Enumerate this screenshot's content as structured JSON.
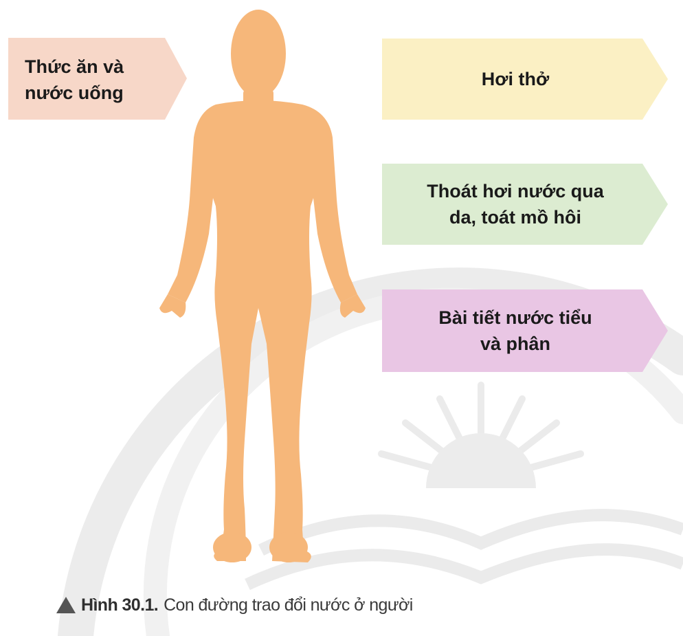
{
  "diagram": {
    "input": {
      "label": "Thức ăn và\nnước uống",
      "color": "#f7d7c8"
    },
    "outputs": [
      {
        "label": "Hơi thở",
        "color": "#fbf0c4"
      },
      {
        "label": "Thoát hơi nước qua\nda, toát mồ hôi",
        "color": "#dcecd1"
      },
      {
        "label": "Bài tiết nước tiểu\nvà phân",
        "color": "#e9c6e4"
      }
    ],
    "body_color": "#f6b77a"
  },
  "caption": {
    "figure_number": "Hình 30.1.",
    "text": "Con đường trao đổi nước ở người"
  }
}
